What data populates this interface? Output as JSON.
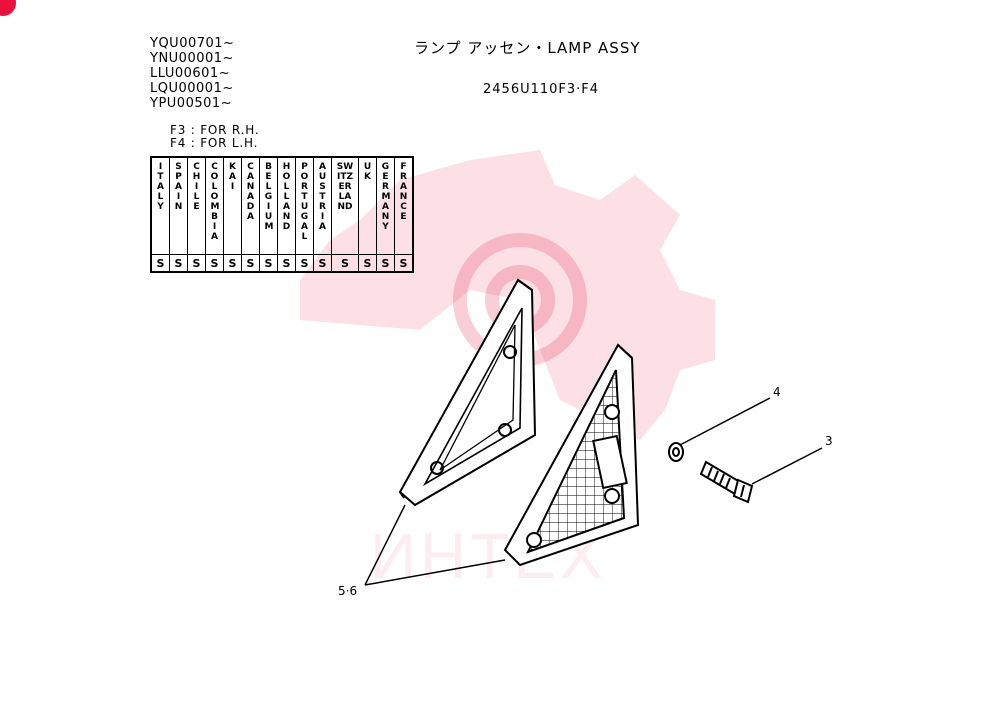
{
  "header": {
    "serials": [
      "YQU00701~",
      "YNU00001~",
      "LLU00601~",
      "LQU00001~",
      "YPU00501~"
    ],
    "notes": [
      "F3 : FOR R.H.",
      "F4 : FOR L.H."
    ],
    "title": "ランプ アッセン・LAMP ASSY",
    "code": "2456U110F3·F4"
  },
  "countries": [
    "ITALY",
    "SPAIN",
    "CHILE",
    "COLOMBIA",
    "KAI",
    "CANADA",
    "BELGIUM",
    "HOLLAND",
    "PORTUGAL",
    "AUSTRIA",
    "SWITZER LAND",
    "UK",
    "GERMANY",
    "FRANCE"
  ],
  "country_flags": [
    "S",
    "S",
    "S",
    "S",
    "S",
    "S",
    "S",
    "S",
    "S",
    "S",
    "S",
    "S",
    "S",
    "S"
  ],
  "callouts": {
    "washer": "4",
    "screw": "3",
    "reflector": "5·6"
  },
  "watermark": {
    "text": "ИНТЕХ",
    "color": "#e8123c"
  }
}
